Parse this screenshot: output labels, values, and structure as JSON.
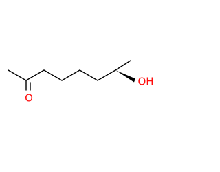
{
  "molecule": {
    "atoms": [
      {
        "id": "O1",
        "symbol": "O",
        "label": "O",
        "color": "#ff0d0d"
      },
      {
        "id": "O2",
        "symbol": "O",
        "label": "OH",
        "color": "#ff0d0d"
      }
    ],
    "bonds": [
      {
        "id": "b1",
        "type": "single"
      },
      {
        "id": "b2",
        "type": "double"
      },
      {
        "id": "b3",
        "type": "single"
      },
      {
        "id": "b4",
        "type": "single"
      },
      {
        "id": "b5",
        "type": "single"
      },
      {
        "id": "b6",
        "type": "single"
      },
      {
        "id": "b7",
        "type": "single"
      },
      {
        "id": "b8",
        "type": "single"
      },
      {
        "id": "b9",
        "type": "wedge"
      }
    ]
  },
  "colors": {
    "bond": "#000000",
    "oxygen": "#ff0d0d",
    "background": "#ffffff"
  }
}
